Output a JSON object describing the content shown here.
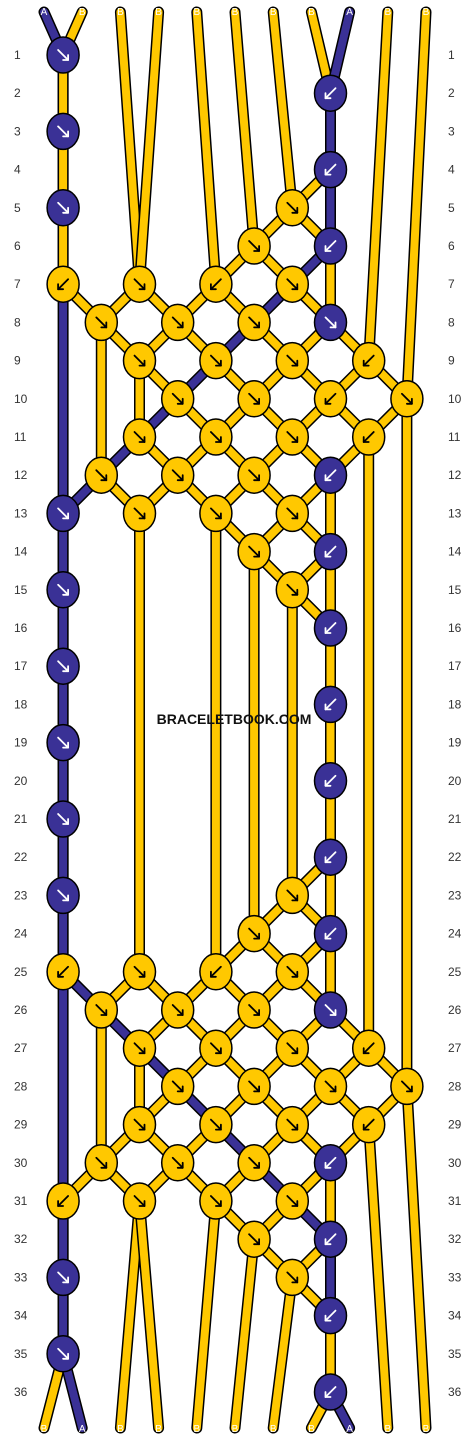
{
  "watermark": "BRACELETBOOK.COM",
  "colors": {
    "A": "#3a3196",
    "B": "#ffc800",
    "outline": "#000000",
    "background": "#ffffff",
    "row_label": "#333333"
  },
  "threads": [
    "A",
    "B",
    "B",
    "B",
    "B",
    "B",
    "B",
    "B",
    "A",
    "B",
    "B"
  ],
  "row_count": 36,
  "knot_arrow_icon": "arrow-knot-icon",
  "knot_rows": [
    {
      "row": 1,
      "knots": [
        {
          "pos": 1,
          "color": "A",
          "dir": "f"
        }
      ]
    },
    {
      "row": 2,
      "knots": [
        {
          "pos": 8,
          "color": "A",
          "dir": "b"
        }
      ]
    },
    {
      "row": 3,
      "knots": [
        {
          "pos": 1,
          "color": "A",
          "dir": "f"
        }
      ]
    },
    {
      "row": 4,
      "knots": [
        {
          "pos": 8,
          "color": "A",
          "dir": "b"
        }
      ]
    },
    {
      "row": 5,
      "knots": [
        {
          "pos": 1,
          "color": "A",
          "dir": "f"
        },
        {
          "pos": 7,
          "color": "B",
          "dir": "f"
        }
      ]
    },
    {
      "row": 6,
      "knots": [
        {
          "pos": 6,
          "color": "B",
          "dir": "f"
        },
        {
          "pos": 8,
          "color": "A",
          "dir": "b"
        }
      ]
    },
    {
      "row": 7,
      "knots": [
        {
          "pos": 1,
          "color": "B",
          "dir": "b"
        },
        {
          "pos": 3,
          "color": "B",
          "dir": "f"
        },
        {
          "pos": 5,
          "color": "B",
          "dir": "b"
        },
        {
          "pos": 7,
          "color": "B",
          "dir": "f"
        }
      ]
    },
    {
      "row": 8,
      "knots": [
        {
          "pos": 2,
          "color": "B",
          "dir": "f"
        },
        {
          "pos": 4,
          "color": "B",
          "dir": "f"
        },
        {
          "pos": 6,
          "color": "B",
          "dir": "f"
        },
        {
          "pos": 8,
          "color": "A",
          "dir": "f"
        }
      ]
    },
    {
      "row": 9,
      "knots": [
        {
          "pos": 3,
          "color": "B",
          "dir": "f"
        },
        {
          "pos": 5,
          "color": "B",
          "dir": "f"
        },
        {
          "pos": 7,
          "color": "B",
          "dir": "f"
        },
        {
          "pos": 9,
          "color": "B",
          "dir": "b"
        }
      ]
    },
    {
      "row": 10,
      "knots": [
        {
          "pos": 4,
          "color": "B",
          "dir": "f"
        },
        {
          "pos": 6,
          "color": "B",
          "dir": "f"
        },
        {
          "pos": 8,
          "color": "B",
          "dir": "b"
        },
        {
          "pos": 10,
          "color": "B",
          "dir": "f"
        }
      ]
    },
    {
      "row": 11,
      "knots": [
        {
          "pos": 3,
          "color": "B",
          "dir": "f"
        },
        {
          "pos": 5,
          "color": "B",
          "dir": "f"
        },
        {
          "pos": 7,
          "color": "B",
          "dir": "f"
        },
        {
          "pos": 9,
          "color": "B",
          "dir": "b"
        }
      ]
    },
    {
      "row": 12,
      "knots": [
        {
          "pos": 2,
          "color": "B",
          "dir": "f"
        },
        {
          "pos": 4,
          "color": "B",
          "dir": "f"
        },
        {
          "pos": 6,
          "color": "B",
          "dir": "f"
        },
        {
          "pos": 8,
          "color": "A",
          "dir": "b"
        }
      ]
    },
    {
      "row": 13,
      "knots": [
        {
          "pos": 1,
          "color": "A",
          "dir": "f"
        },
        {
          "pos": 3,
          "color": "B",
          "dir": "f"
        },
        {
          "pos": 5,
          "color": "B",
          "dir": "f"
        },
        {
          "pos": 7,
          "color": "B",
          "dir": "f"
        }
      ]
    },
    {
      "row": 14,
      "knots": [
        {
          "pos": 6,
          "color": "B",
          "dir": "f"
        },
        {
          "pos": 8,
          "color": "A",
          "dir": "b"
        }
      ]
    },
    {
      "row": 15,
      "knots": [
        {
          "pos": 1,
          "color": "A",
          "dir": "f"
        },
        {
          "pos": 7,
          "color": "B",
          "dir": "f"
        }
      ]
    },
    {
      "row": 16,
      "knots": [
        {
          "pos": 8,
          "color": "A",
          "dir": "b"
        }
      ]
    },
    {
      "row": 17,
      "knots": [
        {
          "pos": 1,
          "color": "A",
          "dir": "f"
        }
      ]
    },
    {
      "row": 18,
      "knots": [
        {
          "pos": 8,
          "color": "A",
          "dir": "b"
        }
      ]
    },
    {
      "row": 19,
      "knots": [
        {
          "pos": 1,
          "color": "A",
          "dir": "f"
        }
      ]
    },
    {
      "row": 20,
      "knots": [
        {
          "pos": 8,
          "color": "A",
          "dir": "b"
        }
      ]
    },
    {
      "row": 21,
      "knots": [
        {
          "pos": 1,
          "color": "A",
          "dir": "f"
        }
      ]
    },
    {
      "row": 22,
      "knots": [
        {
          "pos": 8,
          "color": "A",
          "dir": "b"
        }
      ]
    },
    {
      "row": 23,
      "knots": [
        {
          "pos": 1,
          "color": "A",
          "dir": "f"
        },
        {
          "pos": 7,
          "color": "B",
          "dir": "f"
        }
      ]
    },
    {
      "row": 24,
      "knots": [
        {
          "pos": 6,
          "color": "B",
          "dir": "f"
        },
        {
          "pos": 8,
          "color": "A",
          "dir": "b"
        }
      ]
    },
    {
      "row": 25,
      "knots": [
        {
          "pos": 1,
          "color": "B",
          "dir": "b"
        },
        {
          "pos": 3,
          "color": "B",
          "dir": "f"
        },
        {
          "pos": 5,
          "color": "B",
          "dir": "b"
        },
        {
          "pos": 7,
          "color": "B",
          "dir": "f"
        }
      ]
    },
    {
      "row": 26,
      "knots": [
        {
          "pos": 2,
          "color": "B",
          "dir": "f"
        },
        {
          "pos": 4,
          "color": "B",
          "dir": "f"
        },
        {
          "pos": 6,
          "color": "B",
          "dir": "f"
        },
        {
          "pos": 8,
          "color": "A",
          "dir": "f"
        }
      ]
    },
    {
      "row": 27,
      "knots": [
        {
          "pos": 3,
          "color": "B",
          "dir": "f"
        },
        {
          "pos": 5,
          "color": "B",
          "dir": "f"
        },
        {
          "pos": 7,
          "color": "B",
          "dir": "f"
        },
        {
          "pos": 9,
          "color": "B",
          "dir": "b"
        }
      ]
    },
    {
      "row": 28,
      "knots": [
        {
          "pos": 4,
          "color": "B",
          "dir": "f"
        },
        {
          "pos": 6,
          "color": "B",
          "dir": "f"
        },
        {
          "pos": 8,
          "color": "B",
          "dir": "f"
        },
        {
          "pos": 10,
          "color": "B",
          "dir": "f"
        }
      ]
    },
    {
      "row": 29,
      "knots": [
        {
          "pos": 3,
          "color": "B",
          "dir": "f"
        },
        {
          "pos": 5,
          "color": "B",
          "dir": "f"
        },
        {
          "pos": 7,
          "color": "B",
          "dir": "f"
        },
        {
          "pos": 9,
          "color": "B",
          "dir": "b"
        }
      ]
    },
    {
      "row": 30,
      "knots": [
        {
          "pos": 2,
          "color": "B",
          "dir": "f"
        },
        {
          "pos": 4,
          "color": "B",
          "dir": "f"
        },
        {
          "pos": 6,
          "color": "B",
          "dir": "f"
        },
        {
          "pos": 8,
          "color": "A",
          "dir": "b"
        }
      ]
    },
    {
      "row": 31,
      "knots": [
        {
          "pos": 1,
          "color": "B",
          "dir": "b"
        },
        {
          "pos": 3,
          "color": "B",
          "dir": "f"
        },
        {
          "pos": 5,
          "color": "B",
          "dir": "f"
        },
        {
          "pos": 7,
          "color": "B",
          "dir": "f"
        }
      ]
    },
    {
      "row": 32,
      "knots": [
        {
          "pos": 6,
          "color": "B",
          "dir": "f"
        },
        {
          "pos": 8,
          "color": "A",
          "dir": "b"
        }
      ]
    },
    {
      "row": 33,
      "knots": [
        {
          "pos": 1,
          "color": "A",
          "dir": "f"
        },
        {
          "pos": 7,
          "color": "B",
          "dir": "f"
        }
      ]
    },
    {
      "row": 34,
      "knots": [
        {
          "pos": 8,
          "color": "A",
          "dir": "b"
        }
      ]
    },
    {
      "row": 35,
      "knots": [
        {
          "pos": 1,
          "color": "A",
          "dir": "f"
        }
      ]
    },
    {
      "row": 36,
      "knots": [
        {
          "pos": 8,
          "color": "A",
          "dir": "b"
        }
      ]
    }
  ]
}
